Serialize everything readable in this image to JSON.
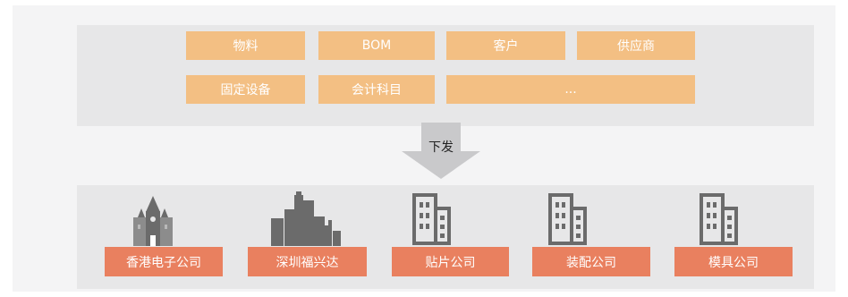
{
  "master_data": {
    "items": [
      "物料",
      "BOM",
      "客户",
      "供应商",
      "固定设备",
      "会计科目",
      "..."
    ]
  },
  "flow": {
    "label": "下发"
  },
  "companies": [
    "香港电子公司",
    "深圳福兴达",
    "贴片公司",
    "装配公司",
    "模具公司"
  ],
  "colors": {
    "chip": "#f3bf83",
    "company": "#e9805f",
    "icon": "#6b6b6b",
    "panel": "#e7e7e8",
    "background": "#f4f4f5"
  },
  "icons": [
    "castle-building-icon",
    "skyline-building-icon",
    "office-building-icon",
    "office-building-icon",
    "office-building-icon"
  ]
}
